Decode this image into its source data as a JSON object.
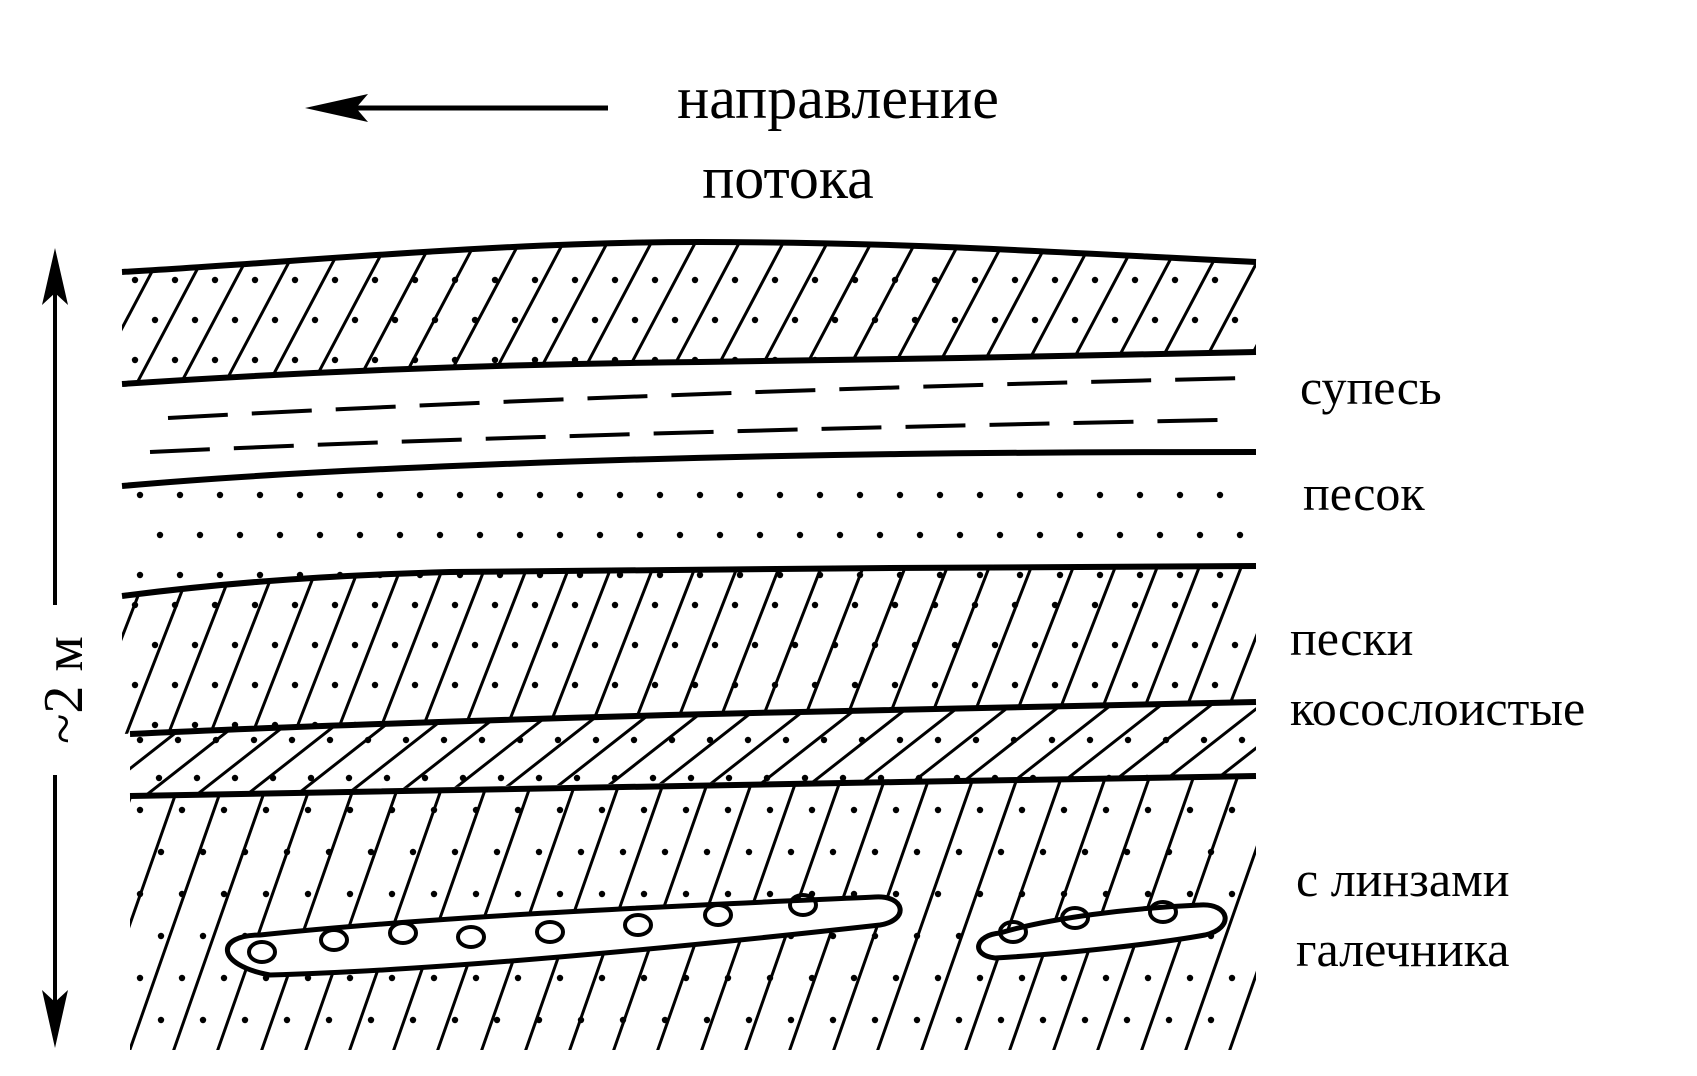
{
  "flow": {
    "line1": "направление",
    "line2": "потока"
  },
  "scale": {
    "label": "~2 м"
  },
  "legend": {
    "supes": "супесь",
    "pesok": "песок",
    "peski_line1": "пески",
    "peski_line2": "косослоистые",
    "lenses_line1": "с линзами",
    "lenses_line2": "галечника"
  },
  "colors": {
    "ink": "#000000",
    "paper": "#ffffff"
  }
}
